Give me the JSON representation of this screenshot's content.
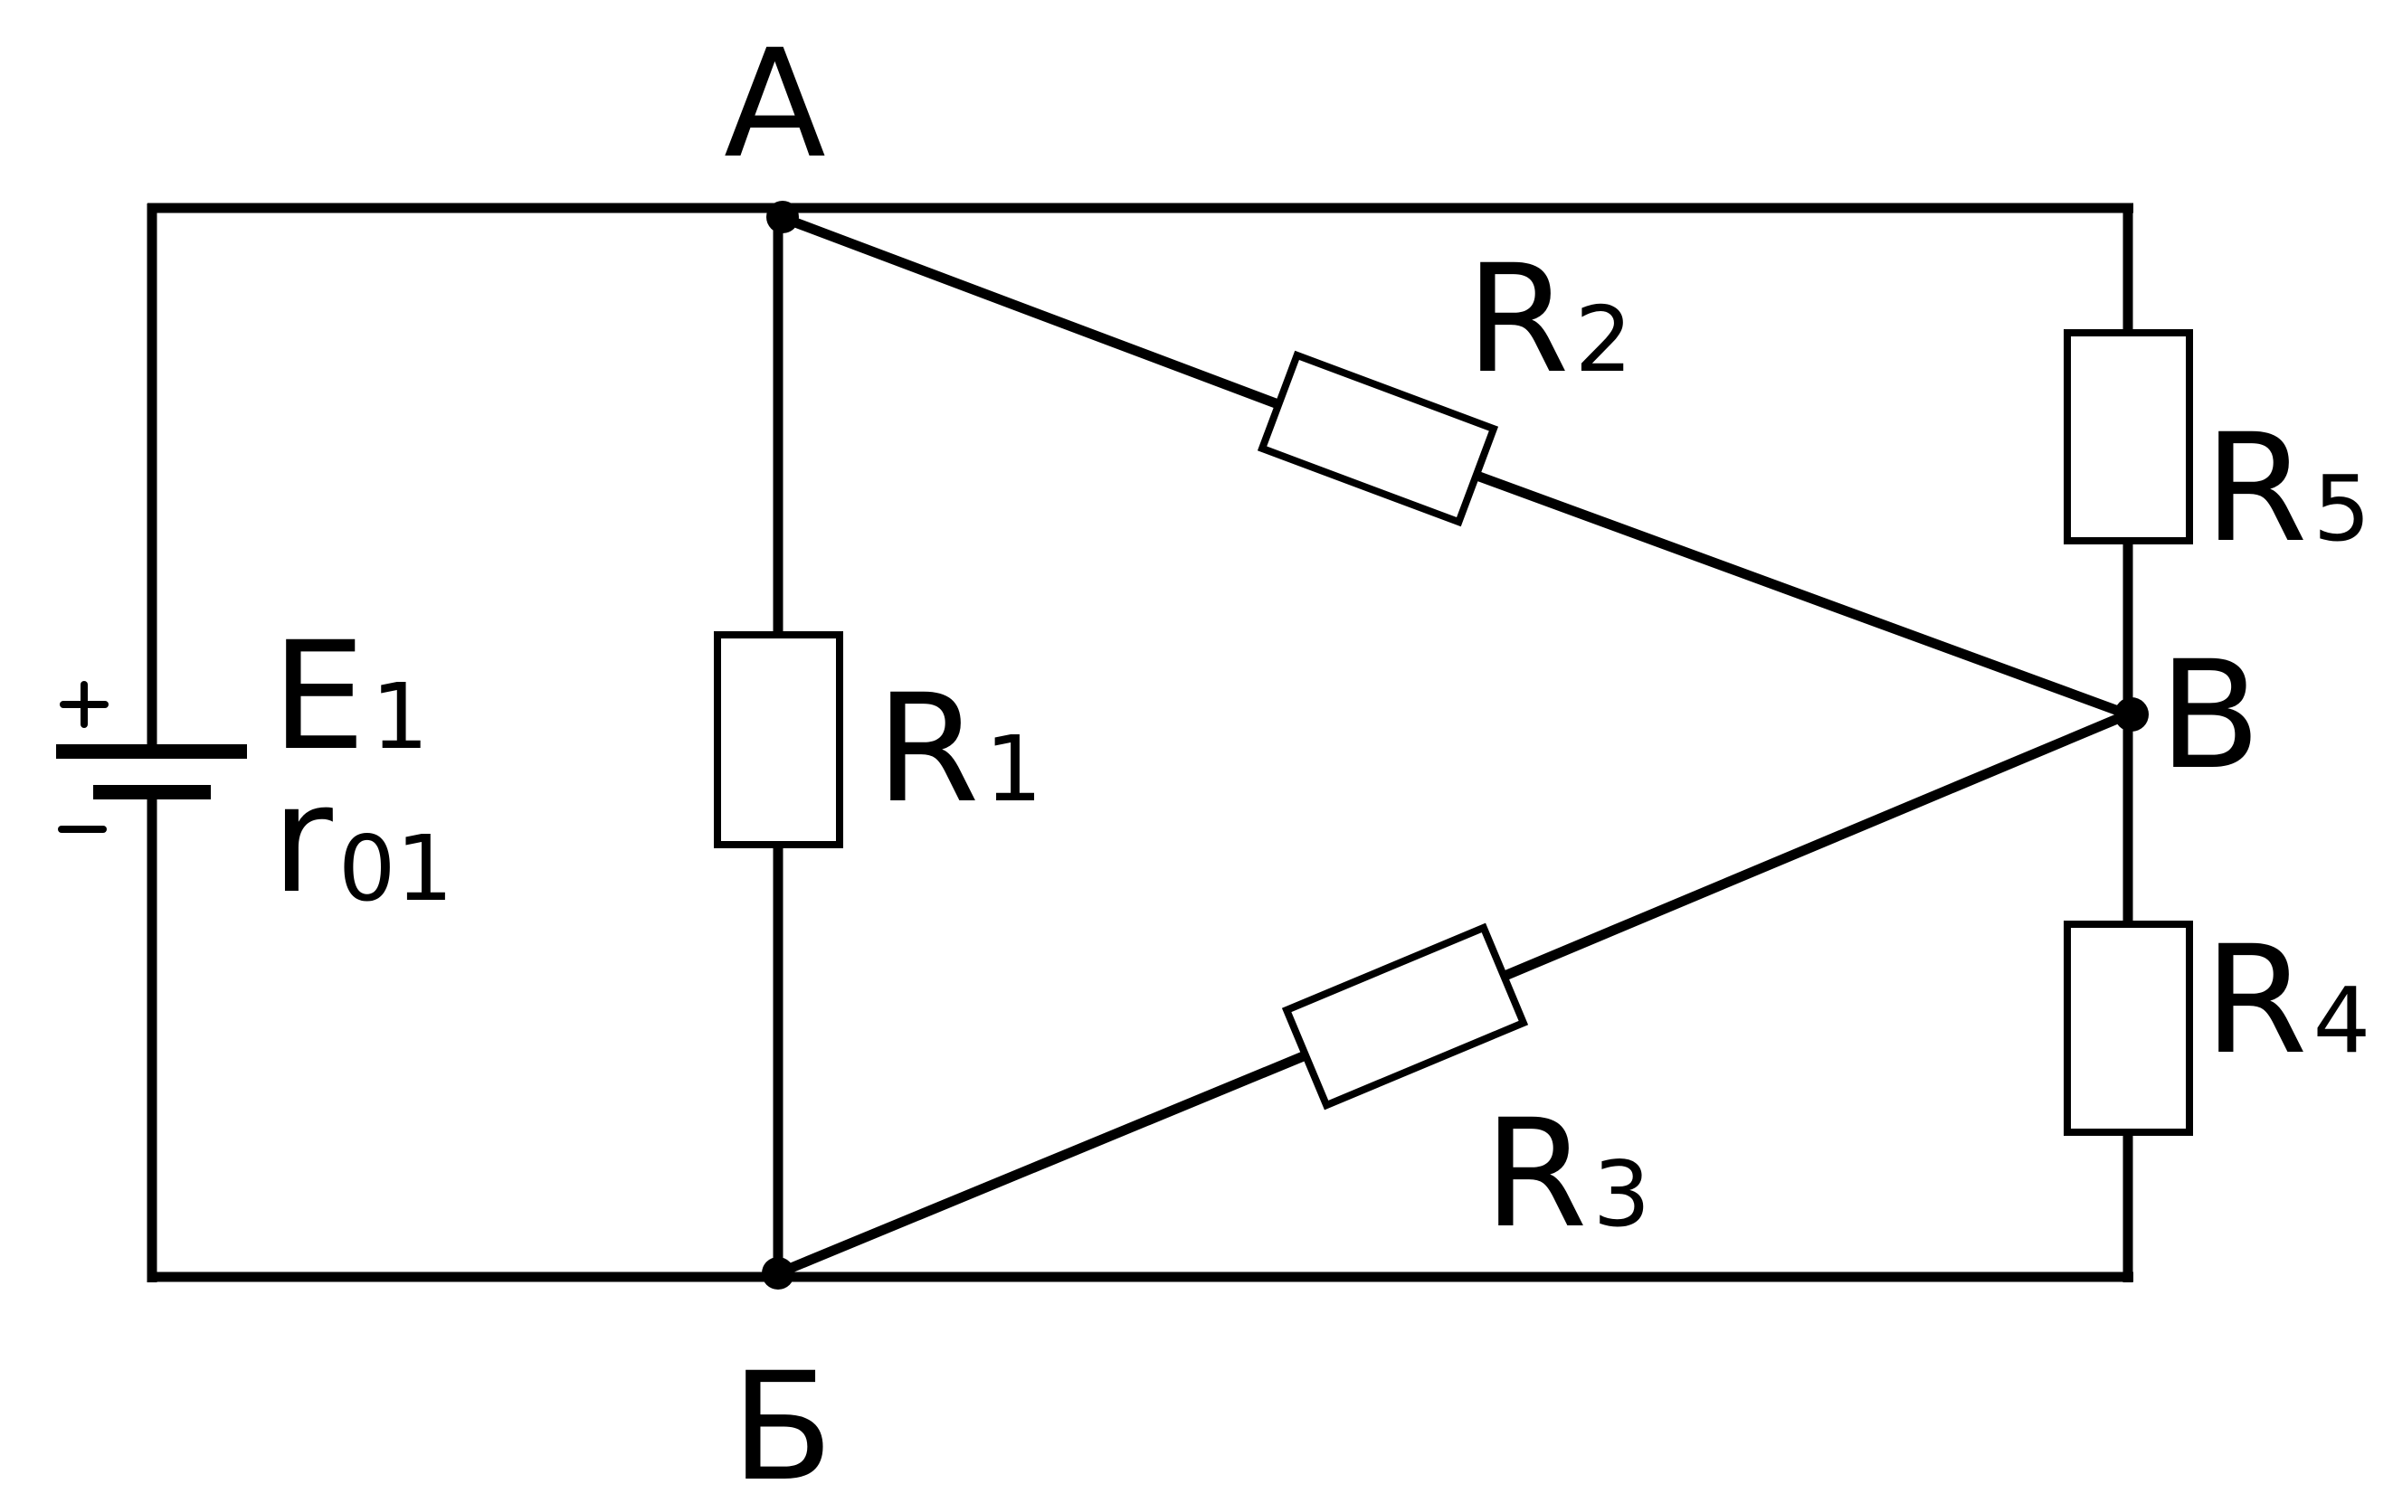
{
  "nodes": {
    "a": "A",
    "b_cyr": "Б",
    "v": "В"
  },
  "labels": {
    "e1_main": "E",
    "e1_sub": "1",
    "r01_main": "r",
    "r01_sub": "01",
    "r1_main": "R",
    "r1_sub": "1",
    "r2_main": "R",
    "r2_sub": "2",
    "r3_main": "R",
    "r3_sub": "3",
    "r4_main": "R",
    "r4_sub": "4",
    "r5_main": "R",
    "r5_sub": "5"
  },
  "polarity": {
    "plus": "+",
    "minus": "−"
  },
  "colors": {
    "line": "#000000",
    "background": "#ffffff"
  }
}
